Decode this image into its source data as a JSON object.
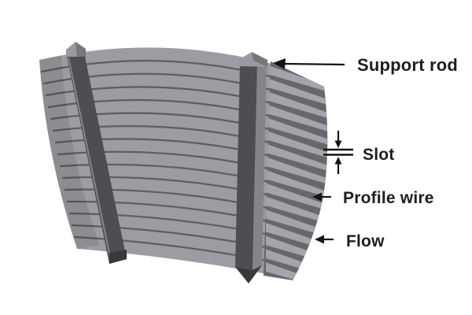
{
  "diagram": {
    "subject": "wedge-wire-screen-panel",
    "labels": {
      "support_rod": "Support rod",
      "slot": "Slot",
      "profile_wire": "Profile wire",
      "flow": "Flow"
    },
    "wire_count": 16,
    "support_rod_count": 2,
    "colors": {
      "background": "#ffffff",
      "wire_face": "#9c9ca2",
      "slot_line": "#5e5e64",
      "wedge_dark": "#67676d",
      "wedge_light": "#a4a4aa",
      "rod_dark": "#4d4e52",
      "rod_light": "#84858a",
      "cap_light": "#9a9aa0",
      "cap_dark": "#76777c",
      "rod_tip": "#38383d",
      "arrow_ink": "#141414",
      "text": "#1e1e1e"
    }
  }
}
